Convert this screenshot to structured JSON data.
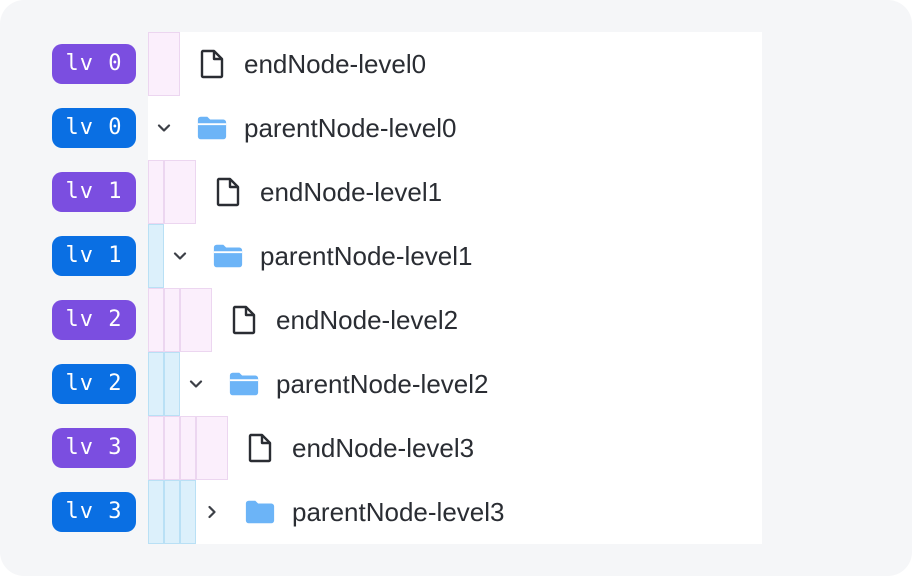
{
  "tree": {
    "rows": [
      {
        "level_badge": "lv 0",
        "label": "endNode-level0",
        "kind": "leaf",
        "icon": "file-icon"
      },
      {
        "level_badge": "lv 0",
        "label": "parentNode-level0",
        "kind": "parent",
        "icon": "folder-open-icon",
        "expanded": true,
        "toggle_icon": "chevron-down-icon"
      },
      {
        "level_badge": "lv 1",
        "label": "endNode-level1",
        "kind": "leaf",
        "icon": "file-icon"
      },
      {
        "level_badge": "lv 1",
        "label": "parentNode-level1",
        "kind": "parent",
        "icon": "folder-open-icon",
        "expanded": true,
        "toggle_icon": "chevron-down-icon"
      },
      {
        "level_badge": "lv 2",
        "label": "endNode-level2",
        "kind": "leaf",
        "icon": "file-icon"
      },
      {
        "level_badge": "lv 2",
        "label": "parentNode-level2",
        "kind": "parent",
        "icon": "folder-open-icon",
        "expanded": true,
        "toggle_icon": "chevron-down-icon"
      },
      {
        "level_badge": "lv 3",
        "label": "endNode-level3",
        "kind": "leaf",
        "icon": "file-icon"
      },
      {
        "level_badge": "lv 3",
        "label": "parentNode-level3",
        "kind": "parent",
        "icon": "folder-icon",
        "expanded": false,
        "toggle_icon": "chevron-right-icon"
      }
    ]
  },
  "colors": {
    "leaf_badge": "#7b4ee0",
    "parent_badge": "#0a6fe3",
    "leaf_guide": "#fbeffc",
    "parent_guide": "#dcf0fb",
    "folder": "#6cb4f7",
    "text": "#2a2d33"
  }
}
